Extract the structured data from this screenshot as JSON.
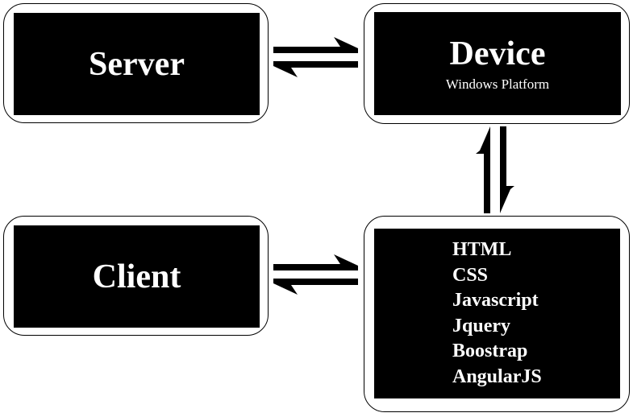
{
  "nodes": {
    "server": {
      "label": "Server"
    },
    "device": {
      "label": "Device",
      "sublabel": "Windows Platform"
    },
    "client": {
      "label": "Client"
    },
    "tech_stack": {
      "items": [
        "HTML",
        "CSS",
        "Javascript",
        "Jquery",
        "Boostrap",
        "AngularJS"
      ]
    }
  },
  "connections": [
    {
      "from": "server",
      "to": "device",
      "type": "bidirectional"
    },
    {
      "from": "device",
      "to": "tech_stack",
      "type": "bidirectional"
    },
    {
      "from": "client",
      "to": "tech_stack",
      "type": "bidirectional"
    }
  ],
  "colors": {
    "box_fill": "#000000",
    "text": "#ffffff",
    "frame": "#ffffff",
    "arrow": "#000000"
  }
}
